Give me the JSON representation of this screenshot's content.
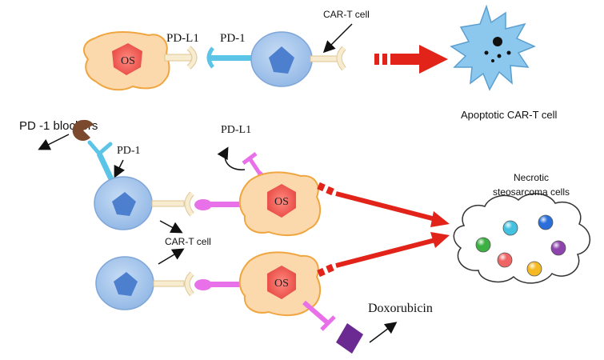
{
  "labels": {
    "pdl1_top": "PD-L1",
    "pd1_top": "PD-1",
    "cart_top": "CAR-T cell",
    "apoptotic": "Apoptotic CAR-T cell",
    "blockers": "PD -1 blockers",
    "pd1_mid": "PD-1",
    "pdl1_mid": "PD-L1",
    "necrotic_line1": "Necrotic",
    "necrotic_line2": "steosarcoma cells",
    "cart_mid": "CAR-T cell",
    "doxorubicin": "Doxorubicin",
    "os": "OS"
  },
  "colors": {
    "os_body": "#fcd8ad",
    "os_outline": "#f0a640",
    "os_nucleus": "#f06a5e",
    "tcell_body": "#a9c9ee",
    "tcell_nucleus": "#4d7fcf",
    "pd1": "#5cc4e6",
    "pdl1": "#e870e8",
    "car_receptor": "#f7ecd0",
    "arrow_red": "#e2231a",
    "blocker": "#7b4a2e",
    "doxorubicin": "#6a2a91",
    "apoptotic_cell": "#8cc8ee"
  },
  "necrotic_cell_colors": [
    "#44c1e0",
    "#2a6fd9",
    "#3cb043",
    "#8e44ad",
    "#ef6464",
    "#f5b921"
  ]
}
